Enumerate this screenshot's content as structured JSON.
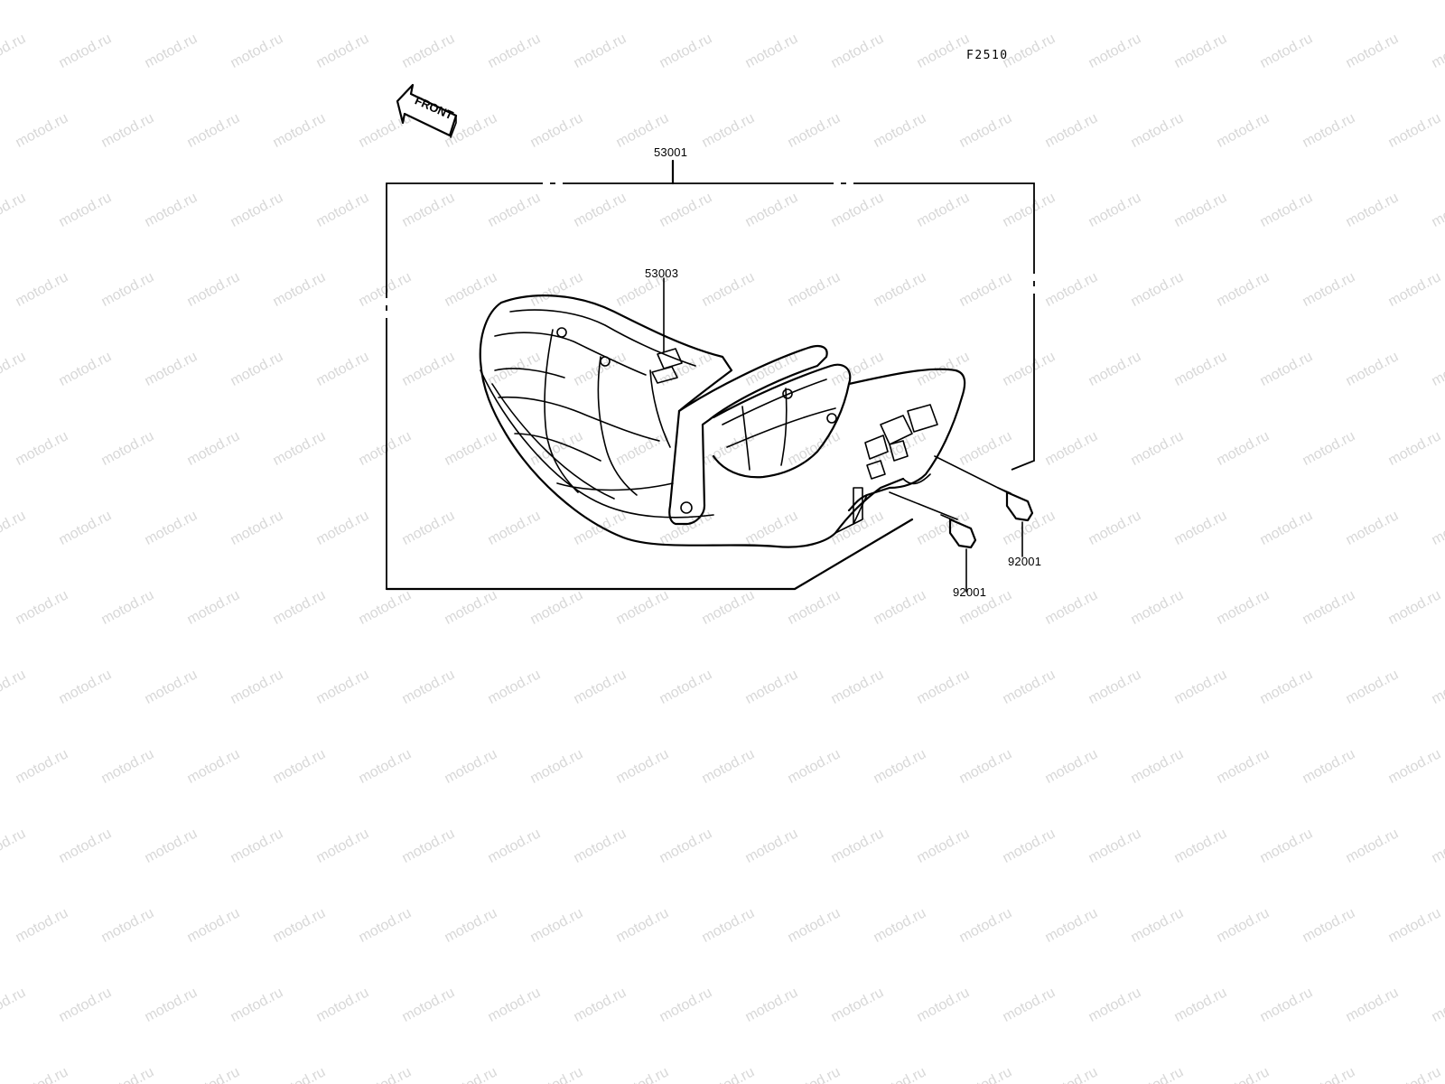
{
  "figure_code": "F2510",
  "front_arrow": {
    "label": "FRONT",
    "icon": "front-arrow-icon"
  },
  "parts": {
    "seat_assembly": "53001",
    "seat_cover": "53003",
    "bolt_left": "92001",
    "bolt_right": "92001"
  },
  "watermark": {
    "text": "motod.ru",
    "color": "#d8d8d8"
  }
}
